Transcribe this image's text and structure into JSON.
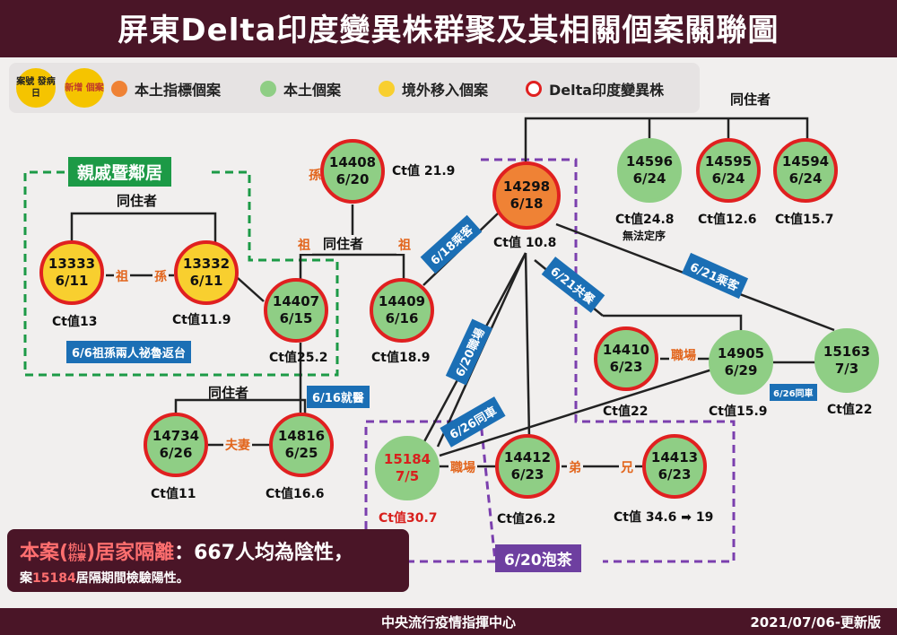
{
  "title": "屏東Delta印度變異株群聚及其相關個案關聯圖",
  "legend": {
    "badge_onset": "案號 發病日",
    "badge_new": "新增 個案",
    "index_case": "本土指標個案",
    "local_case": "本土個案",
    "imported_case": "境外移入個案",
    "delta_variant": "Delta印度變異株",
    "colors": {
      "index": "#ef8235",
      "local": "#8fce85",
      "imported": "#f8cf2f",
      "delta_border": "#e02020"
    }
  },
  "cluster_labels": {
    "relatives": "親戚暨鄰居",
    "tea": "6/20泡茶"
  },
  "cohabitant": "同住者",
  "nodes": {
    "n14408": {
      "id": "14408",
      "date": "6/20",
      "ct": "Ct值 21.9"
    },
    "n13333": {
      "id": "13333",
      "date": "6/11",
      "ct": "Ct值13"
    },
    "n13332": {
      "id": "13332",
      "date": "6/11",
      "ct": "Ct值11.9"
    },
    "n14407": {
      "id": "14407",
      "date": "6/15",
      "ct": "Ct值25.2"
    },
    "n14409": {
      "id": "14409",
      "date": "6/16",
      "ct": "Ct值18.9"
    },
    "n14298": {
      "id": "14298",
      "date": "6/18",
      "ct": "Ct值 10.8"
    },
    "n14596": {
      "id": "14596",
      "date": "6/24",
      "ct": "Ct值24.8",
      "ct2": "無法定序"
    },
    "n14595": {
      "id": "14595",
      "date": "6/24",
      "ct": "Ct值12.6"
    },
    "n14594": {
      "id": "14594",
      "date": "6/24",
      "ct": "Ct值15.7"
    },
    "n14410": {
      "id": "14410",
      "date": "6/23",
      "ct": "Ct值22"
    },
    "n14905": {
      "id": "14905",
      "date": "6/29",
      "ct": "Ct值15.9"
    },
    "n15163": {
      "id": "15163",
      "date": "7/3",
      "ct": "Ct值22"
    },
    "n14734": {
      "id": "14734",
      "date": "6/26",
      "ct": "Ct值11"
    },
    "n14816": {
      "id": "14816",
      "date": "6/25",
      "ct": "Ct值16.6"
    },
    "n15184": {
      "id": "15184",
      "date": "7/5",
      "ct": "Ct值30.7"
    },
    "n14412": {
      "id": "14412",
      "date": "6/23",
      "ct": "Ct值26.2"
    },
    "n14413": {
      "id": "14413",
      "date": "6/23",
      "ct": "Ct值 34.6 ➡ 19"
    }
  },
  "relations": {
    "grandson": "孫",
    "grandparent": "祖",
    "spouse": "夫妻",
    "workplace": "職場",
    "younger_brother": "弟",
    "older_brother": "兄"
  },
  "tags": {
    "return_trip": "6/6祖孫兩人祕魯返台",
    "clinic": "6/16就醫",
    "ride_618": "6/18乘客",
    "ride_621": "6/21乘客",
    "meal_621": "6/21共餐",
    "work_620": "6/20職場",
    "car_626": "6/26同車",
    "car_626_small": "6/26同車"
  },
  "note": {
    "prefix": "本案(",
    "paren_top": "枋山",
    "paren_bottom": "枋寮",
    "middle": ")居家隔離",
    "colon": "：667人均為陰性，",
    "line2_a": "案",
    "line2_case": "15184",
    "line2_b": "居隔期間檢驗陽性。"
  },
  "footer": {
    "center": "中央流行疫情指揮中心",
    "date": "2021/07/06-更新版"
  }
}
